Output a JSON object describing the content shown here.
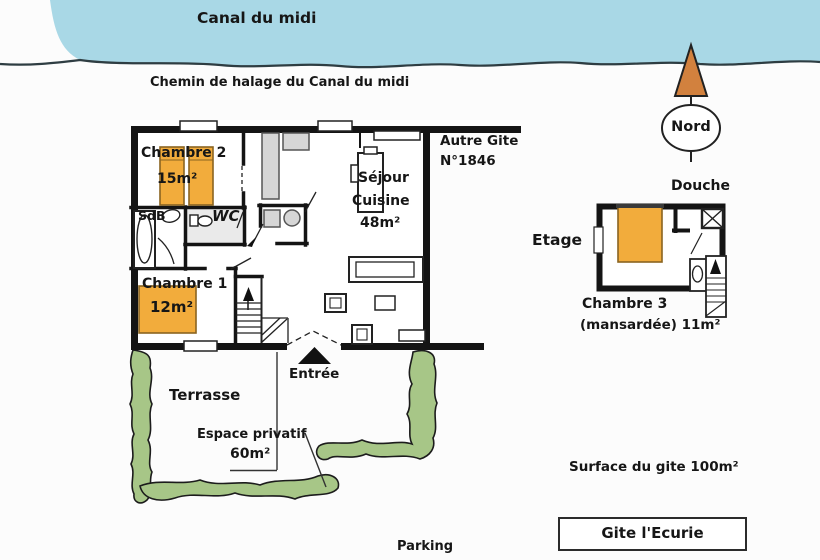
{
  "canal": {
    "label": "Canal du midi"
  },
  "chemin": {
    "label": "Chemin de halage du Canal du midi"
  },
  "compass": {
    "label": "Nord"
  },
  "ground_floor": {
    "chambre2": {
      "name": "Chambre 2",
      "area": "15m²"
    },
    "sdb": {
      "label": "SdB"
    },
    "wc": {
      "label": "WC"
    },
    "sejour": {
      "line1": "Séjour",
      "line2": "Cuisine",
      "area": "48m²"
    },
    "chambre1": {
      "name": "Chambre 1",
      "area": "12m²"
    },
    "entree": {
      "label": "Entrée"
    },
    "autre_gite": {
      "line1": "Autre Gite",
      "line2": "N°1846"
    }
  },
  "etage": {
    "label": "Etage",
    "douche": "Douche",
    "chambre3_name": "Chambre 3",
    "chambre3_detail": "(mansardée) 11m²"
  },
  "exterior": {
    "terrasse": "Terrasse",
    "espace_line1": "Espace privatif",
    "espace_line2": "60m²",
    "parking": "Parking"
  },
  "footer": {
    "surface": "Surface du gite 100m²",
    "gite_name": "Gite l'Ecurie"
  },
  "colors": {
    "water": "#A9D8E6",
    "water_edge": "#2E3D42",
    "bed": "#F2AC3C",
    "bed_border": "#8A6420",
    "hedge": "#A7C687",
    "hedge_border": "#1C1C1C",
    "compass": "#D2813E",
    "wall": "#141414",
    "furniture": "#D6D6D6",
    "furniture_border": "#555555",
    "wc_floor": "#EAEAEA"
  }
}
